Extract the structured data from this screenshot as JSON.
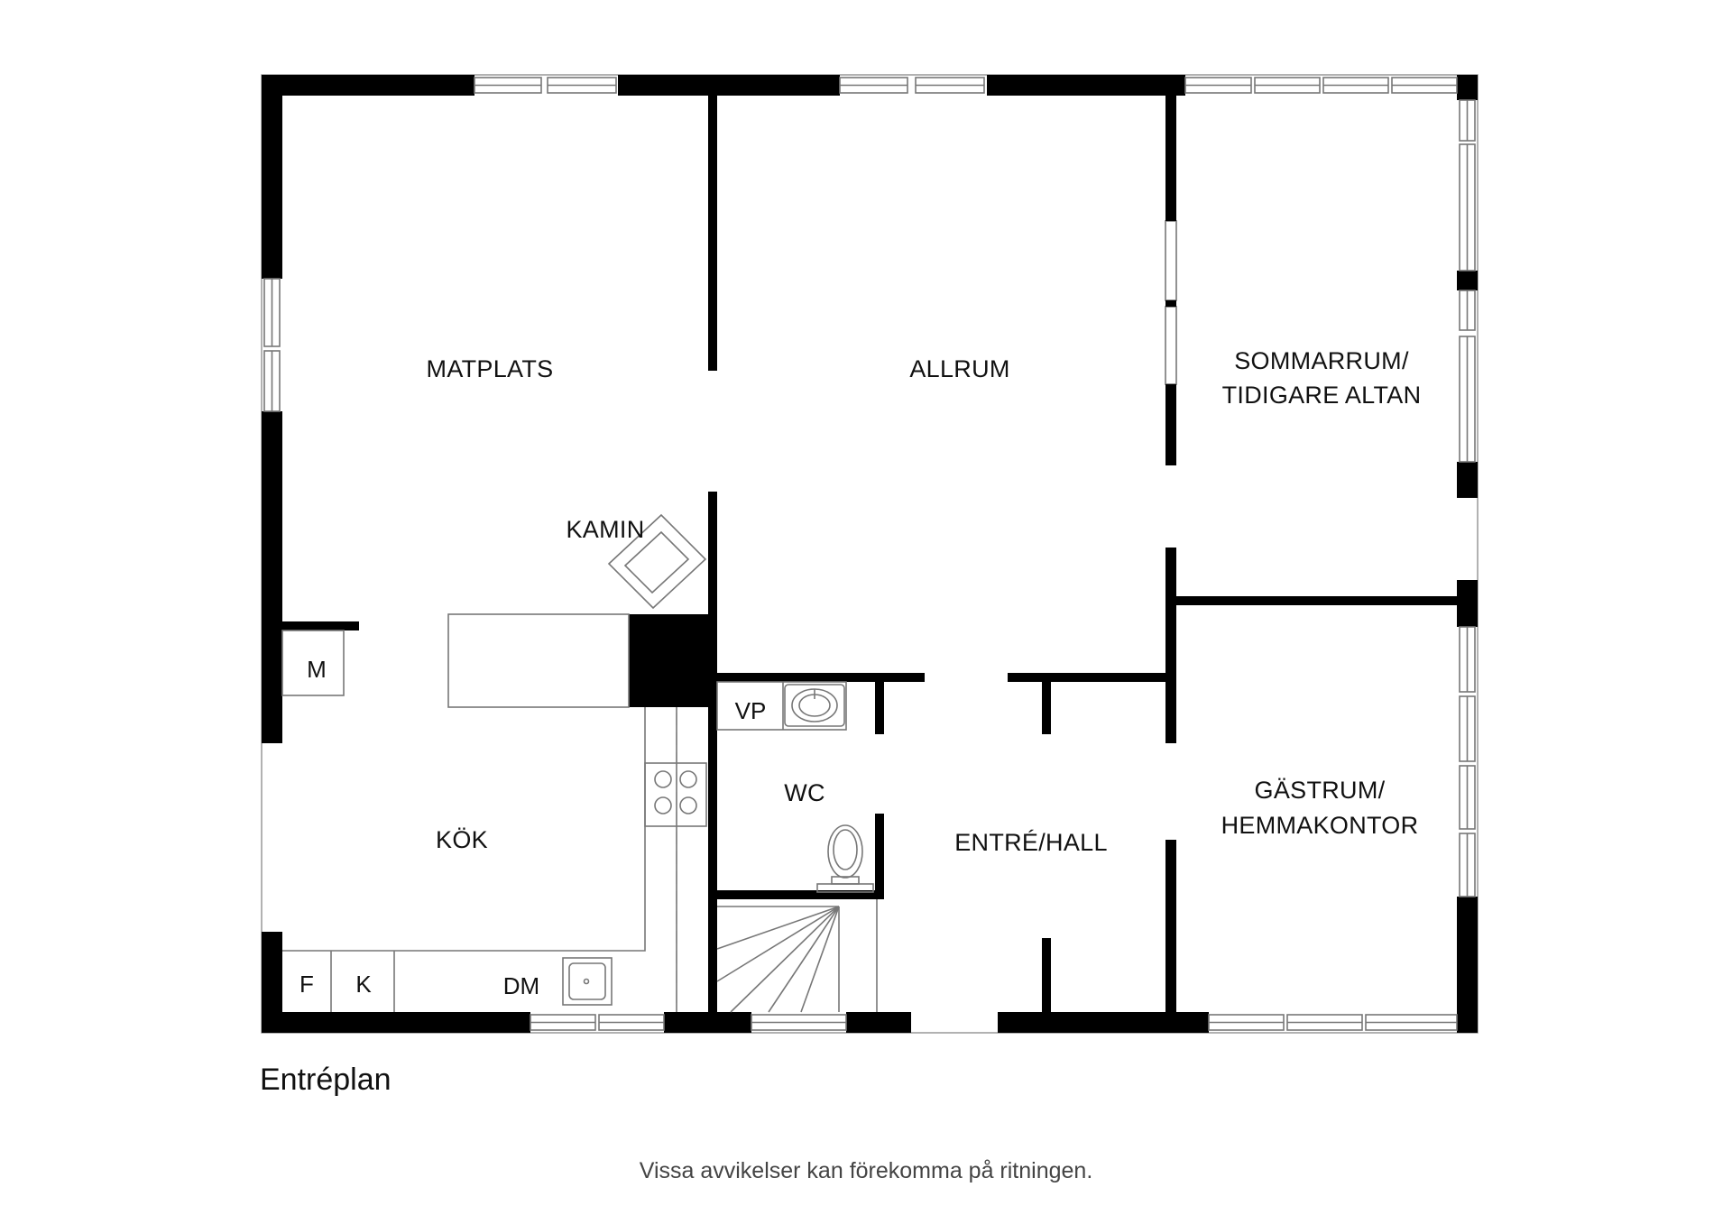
{
  "rooms": {
    "matplats": "MATPLATS",
    "allrum": "ALLRUM",
    "sommarrum_line1": "SOMMARRUM/",
    "sommarrum_line2": "TIDIGARE ALTAN",
    "kamin": "KAMIN",
    "kok": "KÖK",
    "wc": "WC",
    "entre": "ENTRÉ/HALL",
    "gastrum_line1": "GÄSTRUM/",
    "gastrum_line2": "HEMMAKONTOR"
  },
  "fixtures": {
    "m": "M",
    "vp": "VP",
    "f": "F",
    "k": "K",
    "dm": "DM"
  },
  "caption": "Entréplan",
  "disclaimer": "Vissa avvikelser kan förekomma på ritningen.",
  "colors": {
    "wall": "#000000",
    "background": "#ffffff",
    "thin_line": "#777777"
  }
}
